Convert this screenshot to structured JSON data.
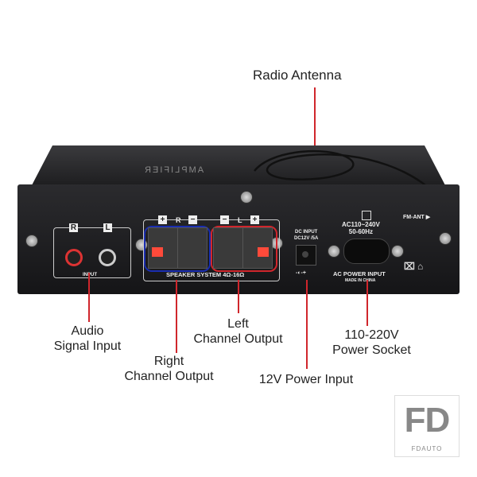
{
  "labels": {
    "radio_antenna": "Radio Antenna",
    "audio_input": [
      "Audio",
      "Signal Input"
    ],
    "right_output": [
      "Right",
      "Channel Output"
    ],
    "left_output": [
      "Left",
      "Channel Output"
    ],
    "dc_input": "12V Power Input",
    "ac_socket": [
      "110-220V",
      "Power Socket"
    ]
  },
  "device": {
    "top_print": "AMPLIFIER",
    "rca_r": "R",
    "rca_l": "L",
    "rca_caption": "INPUT",
    "plus": "+",
    "minus": "−",
    "spk_r": "R",
    "spk_l": "L",
    "speaker_caption": "SPEAKER SYSTEM 4Ω-16Ω",
    "dc_text": [
      "DC INPUT",
      "DC12V /5A"
    ],
    "dc_symbol": "-◐-+",
    "ac_text": [
      "AC110~240V",
      "50-60Hz"
    ],
    "ac_caption": "AC POWER INPUT",
    "made_in": "MADE IN CHINA",
    "fm_ant": "FM-ANT ▶"
  },
  "watermark": {
    "logo": "FD",
    "brand": "FDAUTO"
  },
  "colors": {
    "annotation_line": "#d0262c",
    "right_highlight": "#1a2db0",
    "left_highlight": "#d0262c"
  }
}
